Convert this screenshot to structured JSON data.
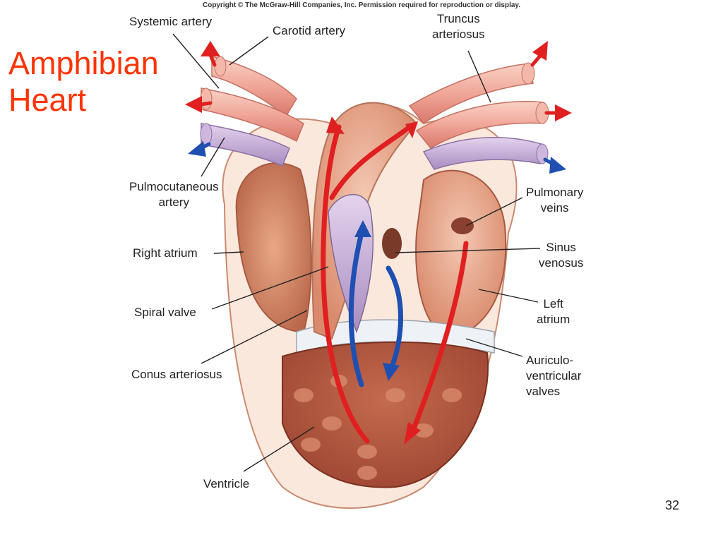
{
  "copyright": "Copyright © The McGraw-Hill Companies, Inc. Permission required for reproduction or display.",
  "title_line1": "Amphibian",
  "title_line2": "Heart",
  "slide_number": "32",
  "labels": {
    "systemic_artery": "Systemic artery",
    "carotid_artery": "Carotid artery",
    "truncus_line1": "Truncus",
    "truncus_line2": "arteriosus",
    "pulmocutaneous_line1": "Pulmocutaneous",
    "pulmocutaneous_line2": "artery",
    "pulmonary_veins_line1": "Pulmonary",
    "pulmonary_veins_line2": "veins",
    "right_atrium": "Right atrium",
    "sinus_line1": "Sinus",
    "sinus_line2": "venosus",
    "spiral_valve": "Spiral valve",
    "left_atrium_line1": "Left",
    "left_atrium_line2": "atrium",
    "conus_arteriosus": "Conus arteriosus",
    "av_line1": "Auriculo-",
    "av_line2": "ventricular",
    "av_line3": "valves",
    "ventricle": "Ventricle"
  },
  "colors": {
    "title": "#ff3300",
    "oxygenated_arrow": "#e02020",
    "deoxygenated_arrow": "#1f4fb0",
    "heart_wall": "#e6a487",
    "ventricle_muscle": "#b5563c"
  }
}
